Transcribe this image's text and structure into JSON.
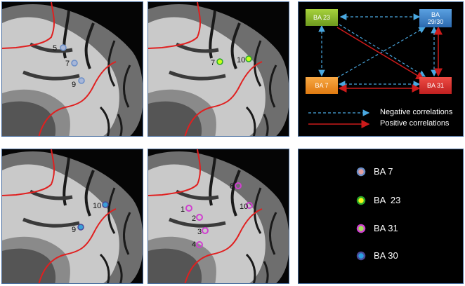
{
  "panels": [
    {
      "id": "p1",
      "markers": [
        {
          "label": "5",
          "color": "#a7b6d8"
        },
        {
          "label": "7",
          "color": "#a7b6d8"
        },
        {
          "label": "9",
          "color": "#a7b6d8"
        }
      ]
    },
    {
      "id": "p2",
      "markers": [
        {
          "label": "7",
          "color": "#c8ff1a"
        },
        {
          "label": "10",
          "color": "#c8ff1a"
        }
      ]
    },
    {
      "id": "p4",
      "markers": [
        {
          "label": "10",
          "color": "#3aa0d8"
        },
        {
          "label": "9",
          "color": "#3aa0d8"
        }
      ]
    },
    {
      "id": "p5",
      "markers": [
        {
          "label": "8"
        },
        {
          "label": "1"
        },
        {
          "label": "2"
        },
        {
          "label": "3"
        },
        {
          "label": "4"
        },
        {
          "label": "10"
        }
      ]
    }
  ],
  "network": {
    "nodes": {
      "ba23": {
        "label": "BA 23",
        "color": "#8ab82a"
      },
      "ba2930": {
        "label": "BA\n29/30",
        "color": "#3b82c9"
      },
      "ba7": {
        "label": "BA 7",
        "color": "#f08a1c"
      },
      "ba31": {
        "label": "BA 31",
        "color": "#d9312a"
      }
    },
    "legend": {
      "negative": "Negative correlations",
      "positive": "Positive correlations",
      "negative_color": "#4aa8e0",
      "positive_color": "#cc1a1a"
    }
  },
  "key": [
    {
      "label": "BA 7",
      "fill": "#e3a0a0",
      "ring": "#6a8ec8"
    },
    {
      "label": "BA  23",
      "fill": "#f5f51a",
      "ring": "#2aa82a"
    },
    {
      "label": "BA 31",
      "fill": "#a0e05a",
      "ring": "#d040d0"
    },
    {
      "label": "BA 30",
      "fill": "#2aa0e0",
      "ring": "#4a4a9a"
    }
  ]
}
